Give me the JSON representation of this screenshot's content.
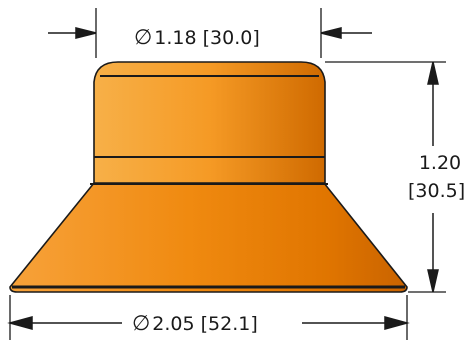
{
  "drawing": {
    "top_diameter_symbol": "∅",
    "top_diameter_text": "1.18 [30.0]",
    "bottom_diameter_symbol": "∅",
    "bottom_diameter_text": "2.05 [52.1]",
    "height_in": "1.20",
    "height_mm": "[30.5]",
    "part_color": "#f08a10",
    "part_edge_color": "#1a1a1a"
  }
}
